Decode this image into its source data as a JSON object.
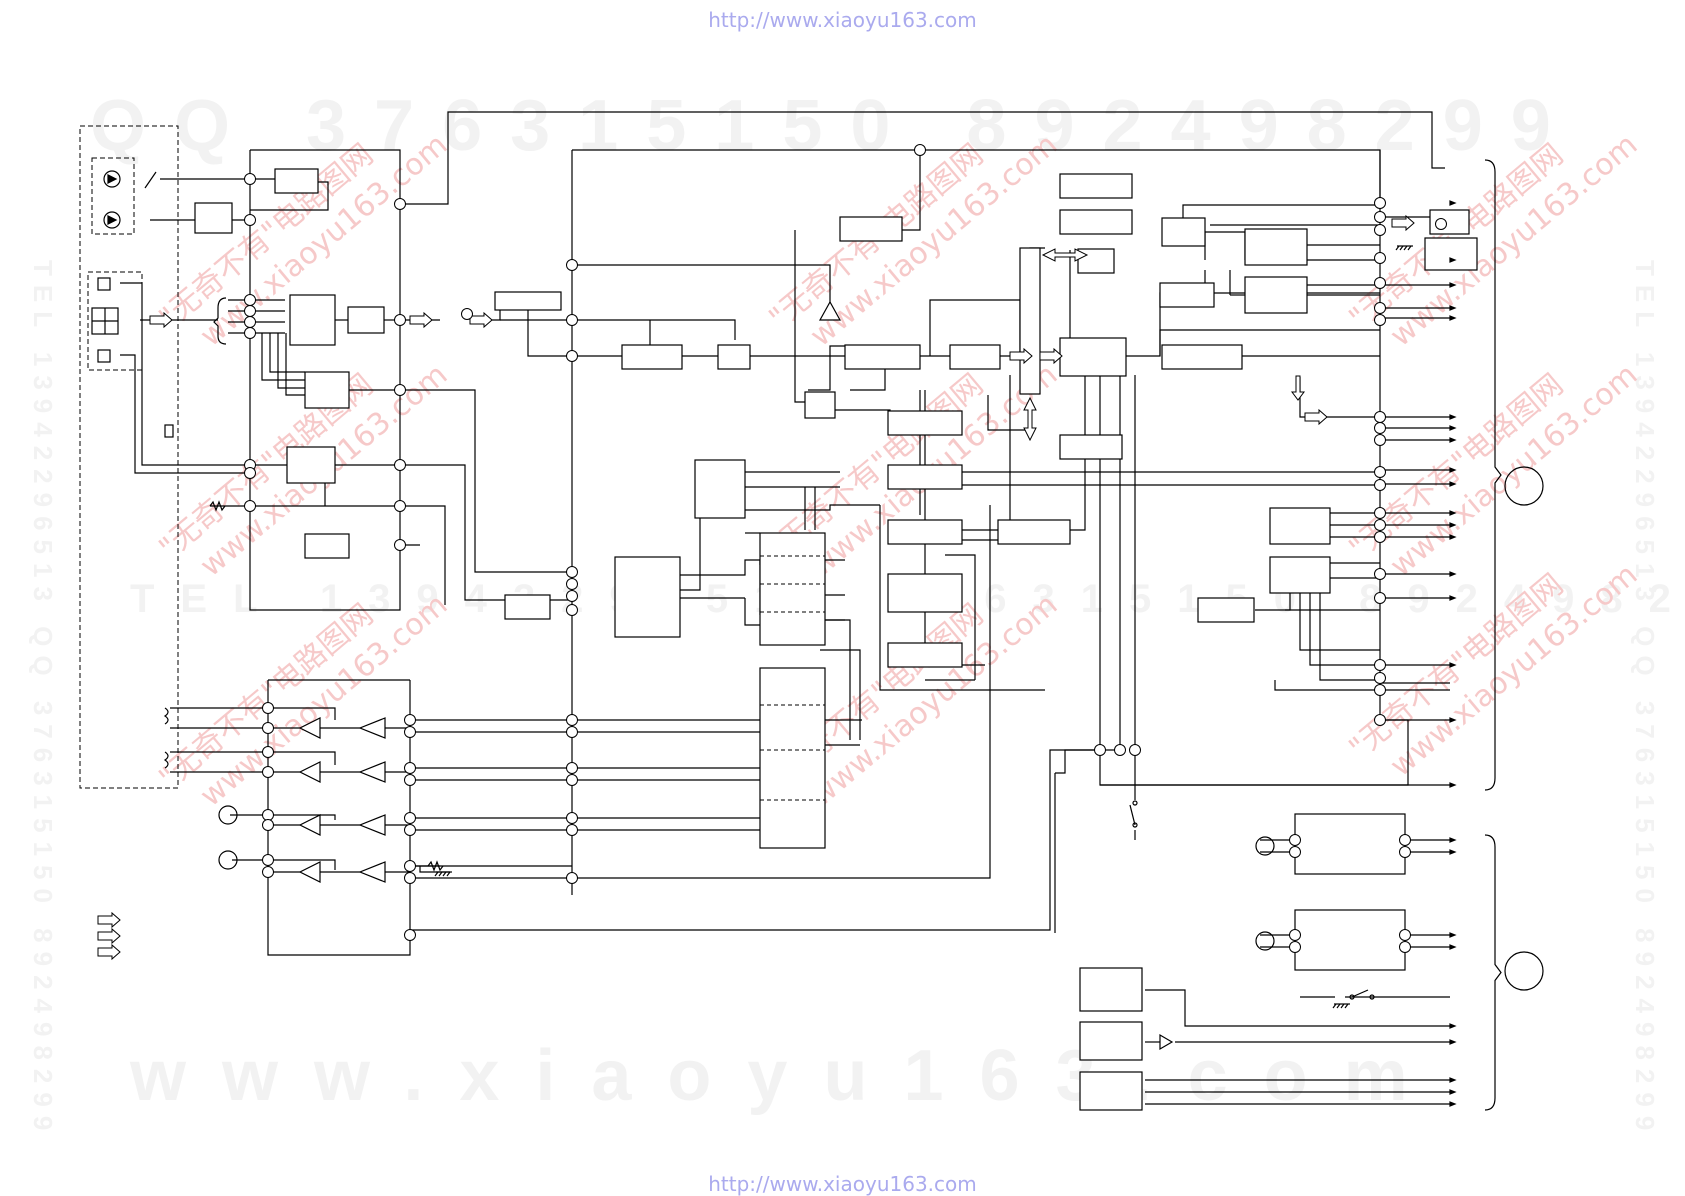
{
  "header": {
    "url": "http://www.xiaoyu163.com"
  },
  "footer": {
    "url": "http://www.xiaoyu163.com"
  },
  "watermarks": {
    "qq_top": "QQ 376315150  892498299",
    "qq_middle": "TEL 13942296513  376315150  892498299",
    "tel_side": "TEL 13942296513  QQ 376315150  892498299",
    "stamp_text": "\"无奇不有\"电路图网",
    "stamp_url": "www.xiaoyu163.com",
    "bottom_url": "www.xiaoyu163.com"
  },
  "colors": {
    "line": "#000000",
    "watermark": "#f2f2f2",
    "stamp": "#f6c9c9",
    "link": "#aaaaee"
  }
}
